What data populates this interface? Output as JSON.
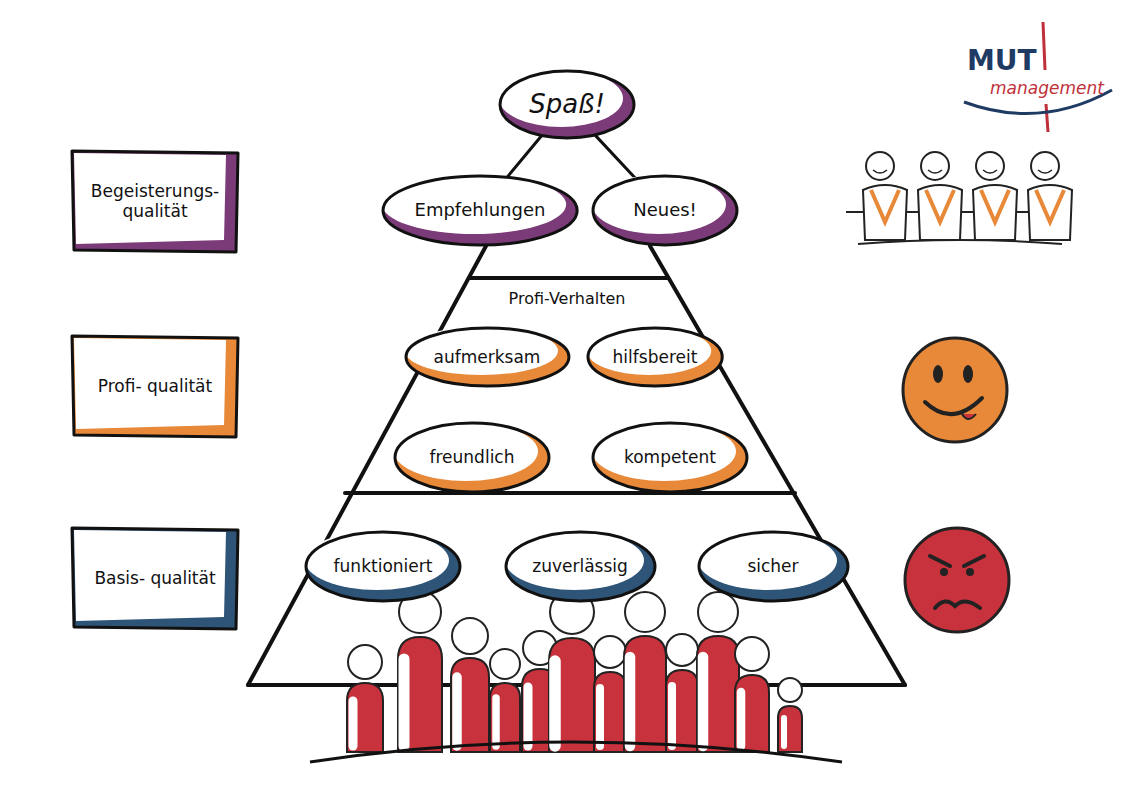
{
  "diagram": {
    "nodes": [
      {
        "text": [
          "Spaß!"
        ]
      },
      {
        "text": [
          "Begeisterungs- qualität"
        ]
      },
      {
        "text": [
          "Empfehlungen"
        ]
      },
      {
        "text": [
          "Neues!"
        ]
      },
      {
        "text": [
          "Profi- qualität"
        ]
      },
      {
        "text": [
          "aufmerksam"
        ]
      },
      {
        "text": [
          "hilfsbereit"
        ]
      },
      {
        "text": [
          "freundlich"
        ]
      },
      {
        "text": [
          "kompetent"
        ]
      },
      {
        "text": [
          "Basis- qualität"
        ]
      },
      {
        "text": [
          "funktioniert"
        ]
      },
      {
        "text": [
          "zuverlässig"
        ]
      },
      {
        "text": [
          "sicher"
        ]
      }
    ],
    "edges": [
      {
        "from": 0,
        "to": 2,
        "arrow": "none"
      },
      {
        "from": 0,
        "to": 3,
        "arrow": "none"
      }
    ],
    "labels": [
      "Profi-Verhalten",
      "MUT",
      "management"
    ]
  }
}
